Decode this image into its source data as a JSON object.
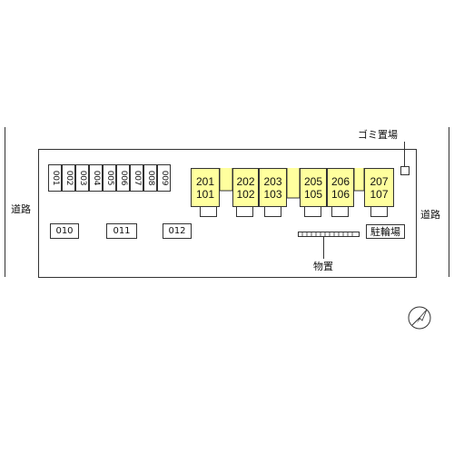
{
  "roads": {
    "left_label": "道路",
    "right_label": "道路"
  },
  "parking_vertical": [
    "001",
    "002",
    "003",
    "004",
    "005",
    "006",
    "007",
    "008",
    "009"
  ],
  "parking_horizontal": [
    "010",
    "011",
    "012"
  ],
  "units": [
    {
      "upper": "201",
      "lower": "101"
    },
    {
      "upper": "202",
      "lower": "102"
    },
    {
      "upper": "203",
      "lower": "103"
    },
    {
      "upper": "205",
      "lower": "105"
    },
    {
      "upper": "206",
      "lower": "106"
    },
    {
      "upper": "207",
      "lower": "107"
    }
  ],
  "labels": {
    "garbage": "ゴミ置場",
    "bicycle": "駐輪場",
    "storage": "物置"
  },
  "colors": {
    "building_fill": "#ffff9e",
    "line": "#333333"
  },
  "icons": {
    "compass": "north-arrow-icon"
  }
}
